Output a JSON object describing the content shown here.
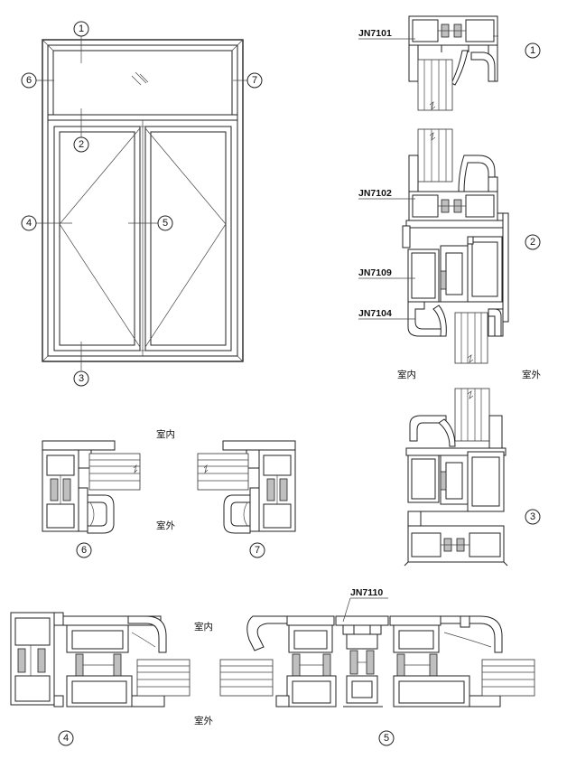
{
  "profiles": {
    "p1": "JN7101",
    "p2": "JN7102",
    "p3": "JN7109",
    "p4": "JN7104",
    "p5": "JN7110"
  },
  "markers": [
    "1",
    "2",
    "3",
    "4",
    "5",
    "6",
    "7"
  ],
  "labels": {
    "indoor": "室内",
    "outdoor": "室外"
  }
}
